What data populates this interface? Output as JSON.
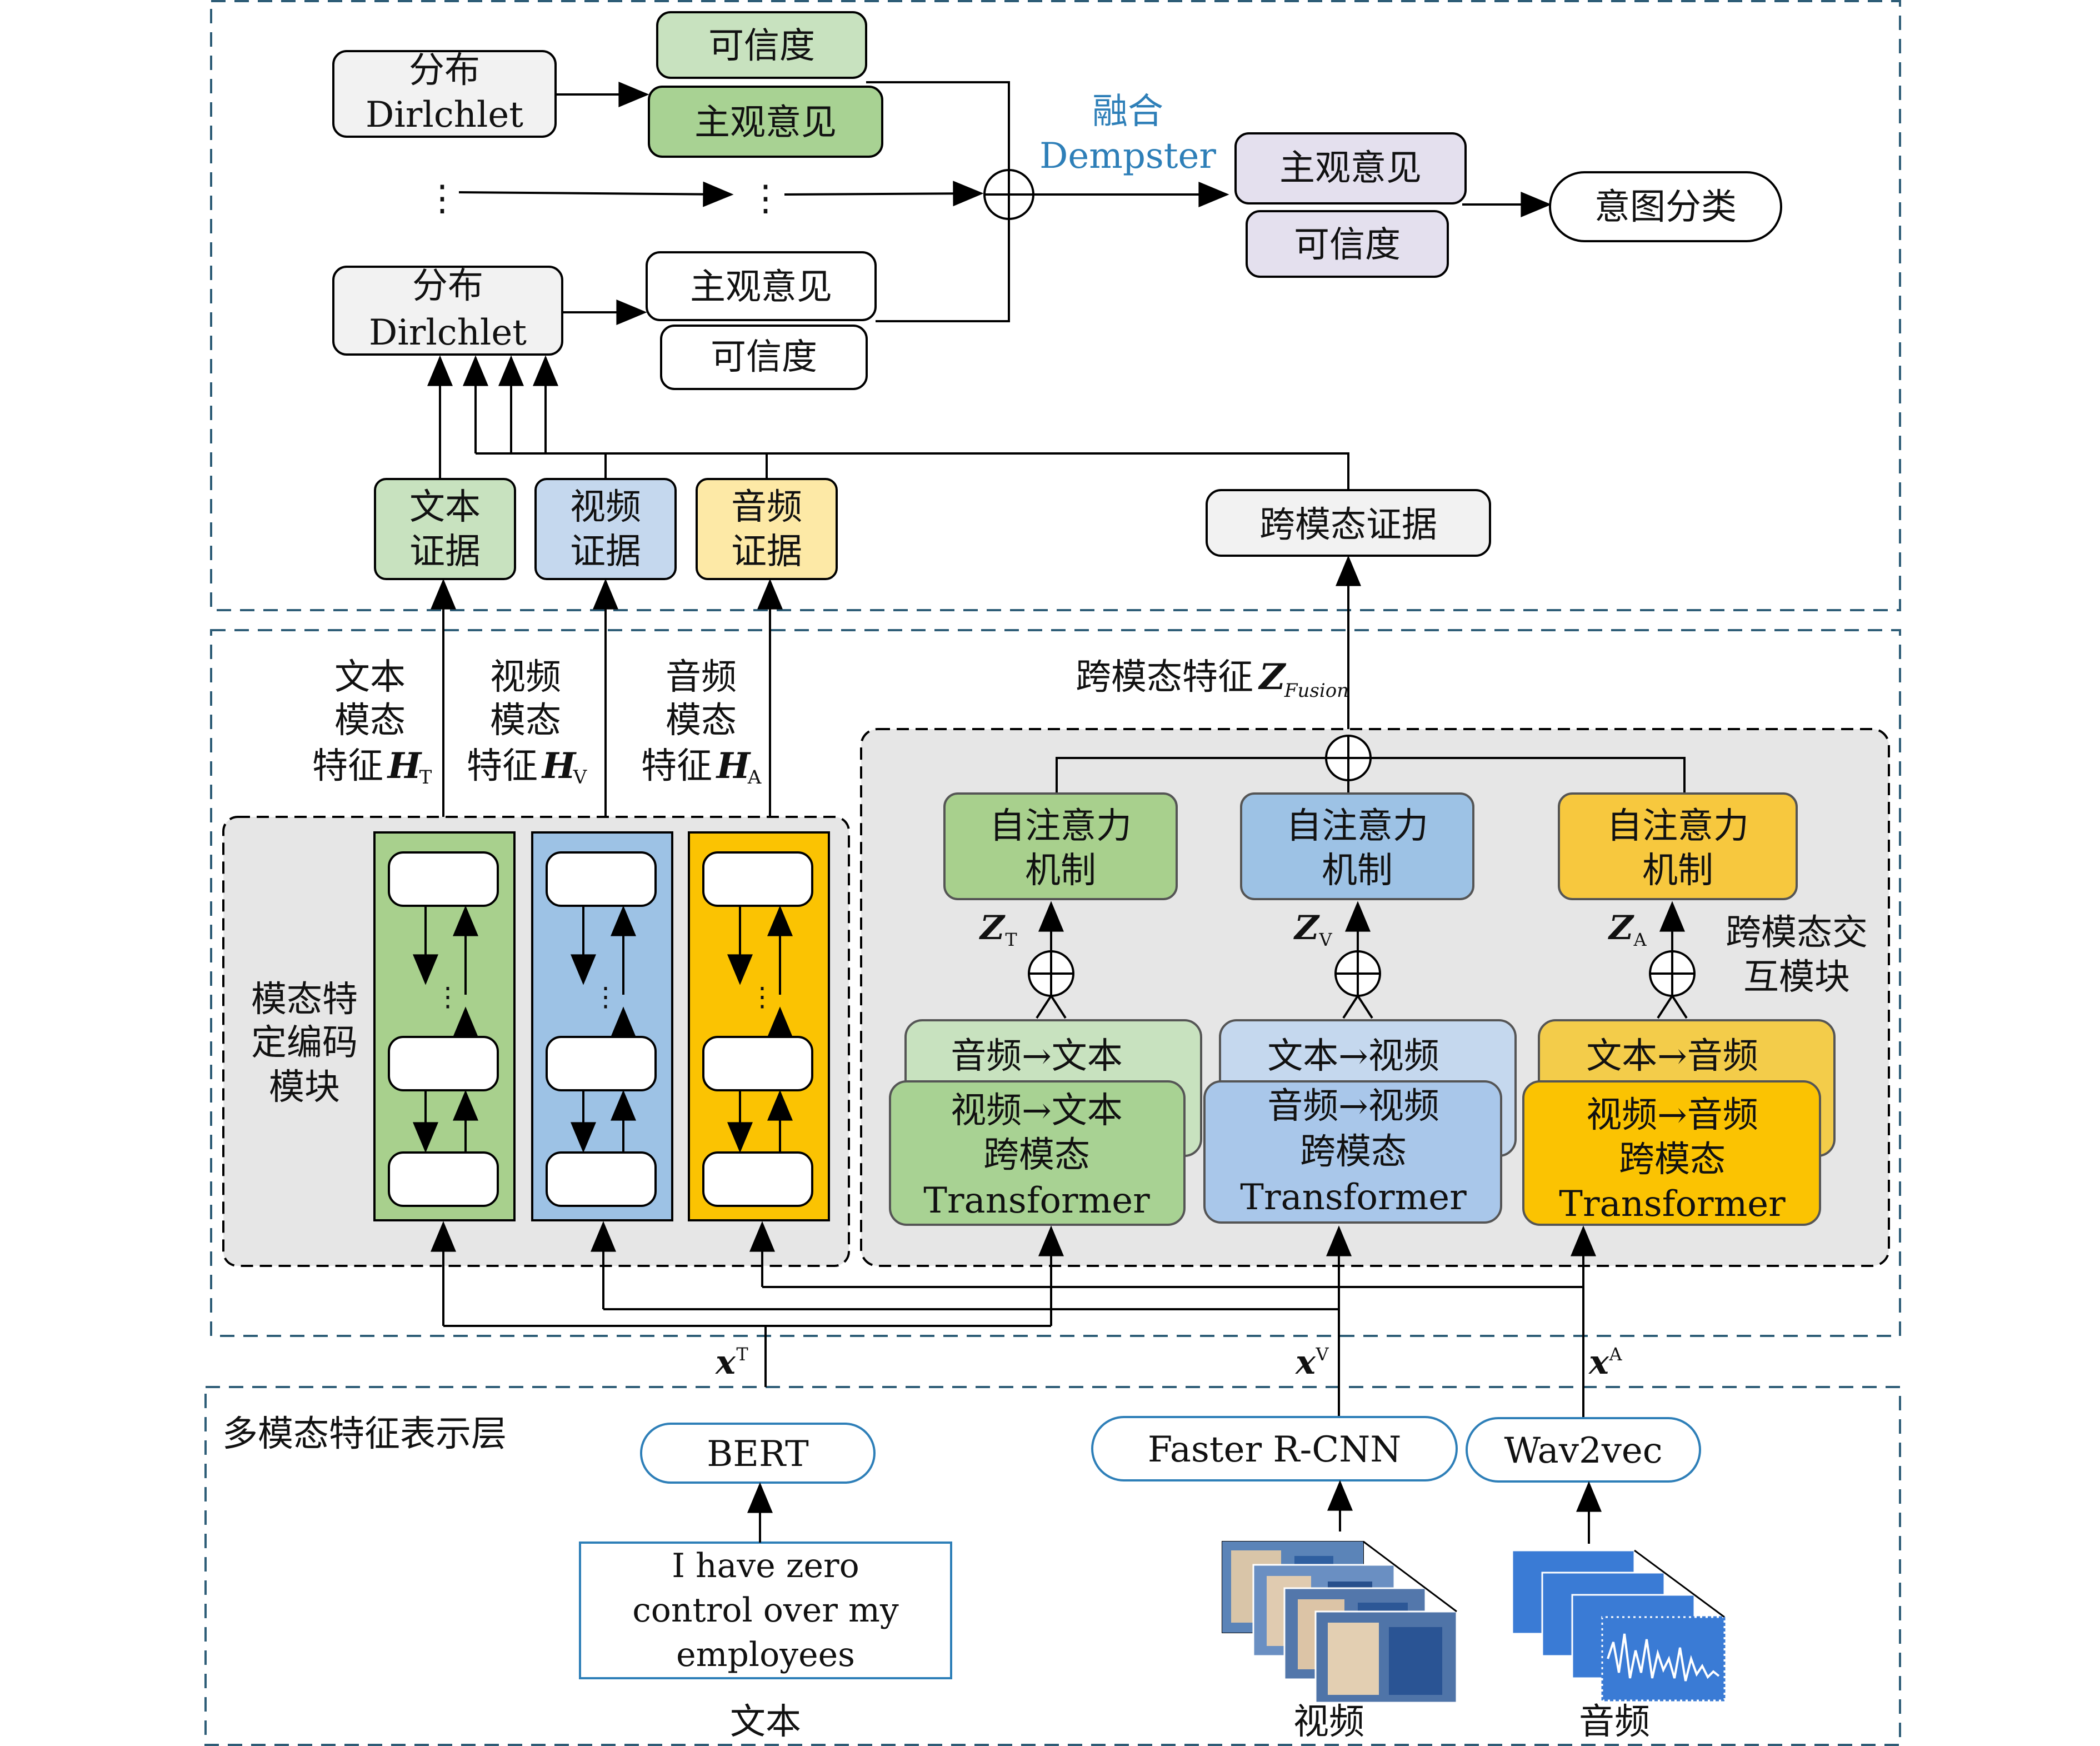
{
  "colors": {
    "frame": "#2e5d77",
    "green": "#c8e2bf",
    "green_strong": "#a8d293",
    "green_panel": "#a8d08d",
    "blue": "#c5d8ee",
    "blue_strong": "#a9c7ea",
    "blue_panel": "#9dc2e5",
    "yellow": "#fde9a6",
    "yellow_strong": "#f7c83e",
    "yellow_panel": "#fbc302",
    "purple": "#e4e0ee",
    "gray_box": "#f2f2f2",
    "gray_panel": "#e6e6e6",
    "fusion_text": "#2e7fb8",
    "input_border": "#2e7fb8"
  },
  "icons": [
    "plus-circle-icon",
    "arrow-icon",
    "video-frames-icon",
    "audio-waveform-icon"
  ],
  "top": {
    "dist1_line1": "分布",
    "dist1_line2": "Dirlchlet",
    "dist2_line1": "分布",
    "dist2_line2": "Dirlchlet",
    "cred1": "可信度",
    "opinion1": "主观意见",
    "opinion2": "主观意见",
    "cred2": "可信度",
    "dots": "⋮",
    "fusion_line1": "融合",
    "fusion_line2": "Dempster",
    "out_opinion": "主观意见",
    "out_cred": "可信度",
    "intent": "意图分类",
    "ev_text_1": "文本",
    "ev_text_2": "证据",
    "ev_video_1": "视频",
    "ev_video_2": "证据",
    "ev_audio_1": "音频",
    "ev_audio_2": "证据",
    "ev_cross": "跨模态证据"
  },
  "middle": {
    "feat_text": [
      "文本",
      "模态"
    ],
    "feat_text_last": "特征",
    "feat_video": [
      "视频",
      "模态"
    ],
    "feat_video_last": "特征",
    "feat_audio": [
      "音频",
      "模态"
    ],
    "feat_audio_last": "特征",
    "H": "H",
    "sub_T": "T",
    "sub_V": "V",
    "sub_A": "A",
    "cross_feature": "跨模态特征",
    "Z": "Z",
    "sub_fusion": "Fusion",
    "encoder_label": [
      "模态特",
      "定编码",
      "模块"
    ],
    "att_line1": "自注意力",
    "att_line2": "机制",
    "interaction_label": [
      "跨模态交",
      "互模块"
    ],
    "back_text": "音频→文本",
    "front_text_1": "视频→文本",
    "back_video": "文本→视频",
    "front_video_1": "音频→视频",
    "back_audio": "文本→音频",
    "front_audio_1": "视频→音频",
    "front_line2": "跨模态",
    "front_line3": "Transformer"
  },
  "inputs": {
    "x": "x",
    "sup_T": "T",
    "sup_V": "V",
    "sup_A": "A",
    "layer_label": "多模态特征表示层",
    "bert": "BERT",
    "faster": "Faster R-CNN",
    "wav": "Wav2vec",
    "sentence": [
      "I have zero",
      "control over my",
      "employees"
    ],
    "cap_text": "文本",
    "cap_video": "视频",
    "cap_audio": "音频"
  }
}
